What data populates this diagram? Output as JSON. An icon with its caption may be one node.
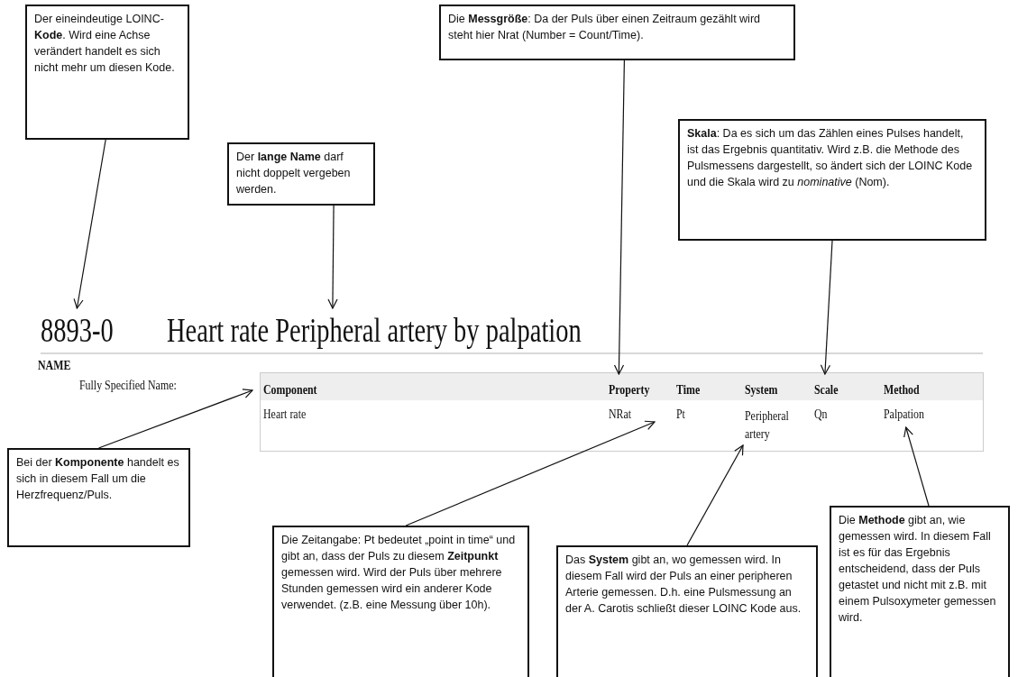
{
  "diagram": {
    "nodes": [
      {
        "text": [
          "Der eineindeutige LOINC-**Kode**. Wird eine Achse verändert handelt es sich nicht mehr um diesen Kode."
        ]
      },
      {
        "text": [
          "Der **lange Name** darf nicht doppelt vergeben werden."
        ]
      },
      {
        "text": [
          "Die **Messgröße**: Da der Puls über einen Zeitraum gezählt wird steht hier Nrat (Number = Count/Time)."
        ]
      },
      {
        "text": [
          "**Skala**: Da es sich um das Zählen eines Pulses handelt, ist das Ergebnis quantitativ. Wird z.B. die Methode des Pulsmessens dargestellt, so ändert sich der LOINC Kode und die Skala wird zu *nominative* (Nom)."
        ]
      },
      {
        "text": [
          "8893-0"
        ]
      },
      {
        "text": [
          "Heart rate Peripheral artery by palpation"
        ]
      },
      {
        "text": [
          "Component"
        ]
      },
      {
        "text": [
          "Property"
        ]
      },
      {
        "text": [
          "Scale"
        ]
      },
      {
        "text": [
          "Pt"
        ]
      },
      {
        "text": [
          "Peripheral artery"
        ]
      },
      {
        "text": [
          "Palpation"
        ]
      },
      {
        "text": [
          "Bei der **Komponente** handelt es sich in diesem Fall um die Herzfrequenz/Puls."
        ]
      },
      {
        "text": [
          "Die Zeitangabe: Pt bedeutet „point in time“ und gibt an, dass der Puls zu diesem **Zeitpunkt** gemessen wird. Wird der Puls über mehrere Stunden gemessen wird ein anderer Kode verwendet. (z.B. eine Messung über 10h)."
        ]
      },
      {
        "text": [
          "Das **System** gibt an, wo gemessen wird. In diesem Fall wird der Puls an einer peripheren Arterie gemessen. D.h. eine Pulsmessung an der A. Carotis schließt dieser LOINC Kode aus."
        ]
      },
      {
        "text": [
          "Die **Methode** gibt an, wie gemessen wird. In diesem Fall ist es für das Ergebnis entscheidend, dass der Puls getastet und nicht mit z.B. mit einem Pulsoxymeter gemessen wird."
        ]
      }
    ],
    "edges": [
      {
        "from": 0,
        "to": 4,
        "arrow": "to"
      },
      {
        "from": 1,
        "to": 5,
        "arrow": "to"
      },
      {
        "from": 2,
        "to": 7,
        "arrow": "to"
      },
      {
        "from": 3,
        "to": 8,
        "arrow": "to"
      },
      {
        "from": 12,
        "to": 6,
        "arrow": "to"
      },
      {
        "from": 13,
        "to": 9,
        "arrow": "to"
      },
      {
        "from": 14,
        "to": 10,
        "arrow": "to"
      },
      {
        "from": 15,
        "to": 11,
        "arrow": "to"
      }
    ],
    "labels": [
      "NAME",
      "Fully Specified Name:",
      "Time",
      "System",
      "Method",
      "Heart rate",
      "NRat",
      "Qn"
    ]
  }
}
